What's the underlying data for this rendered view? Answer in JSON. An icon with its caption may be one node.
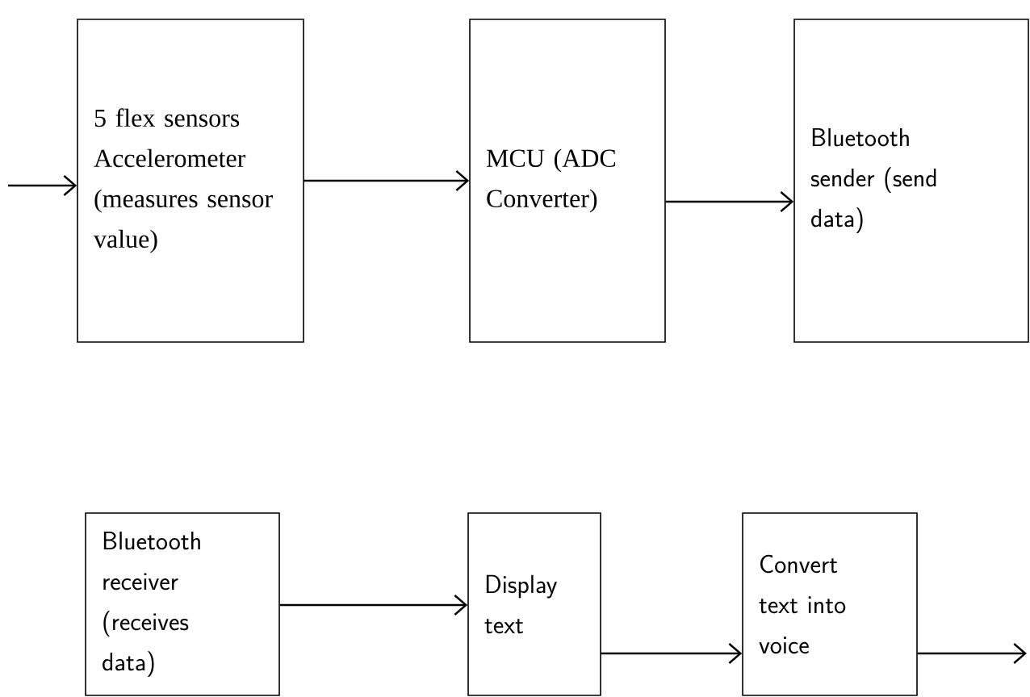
{
  "diagram": {
    "nodes": [
      {
        "text": [
          "5 flex sensors Accelerometer (measures sensor value)"
        ]
      },
      {
        "text": [
          "MCU (ADC Converter)"
        ]
      },
      {
        "text": [
          "Bluetooth sender (send data)"
        ]
      },
      {
        "text": [
          "Bluetooth receiver (receives data)"
        ]
      },
      {
        "text": [
          "Display text"
        ]
      },
      {
        "text": [
          "Convert text into voice"
        ]
      }
    ],
    "edges": [
      {
        "from": null,
        "to": 0,
        "arrow": "to"
      },
      {
        "from": 0,
        "to": 1,
        "arrow": "to"
      },
      {
        "from": 1,
        "to": 2,
        "arrow": "to"
      },
      {
        "from": 3,
        "to": 4,
        "arrow": "to"
      },
      {
        "from": 4,
        "to": 5,
        "arrow": "to"
      },
      {
        "from": 5,
        "to": null,
        "arrow": "to"
      }
    ]
  }
}
